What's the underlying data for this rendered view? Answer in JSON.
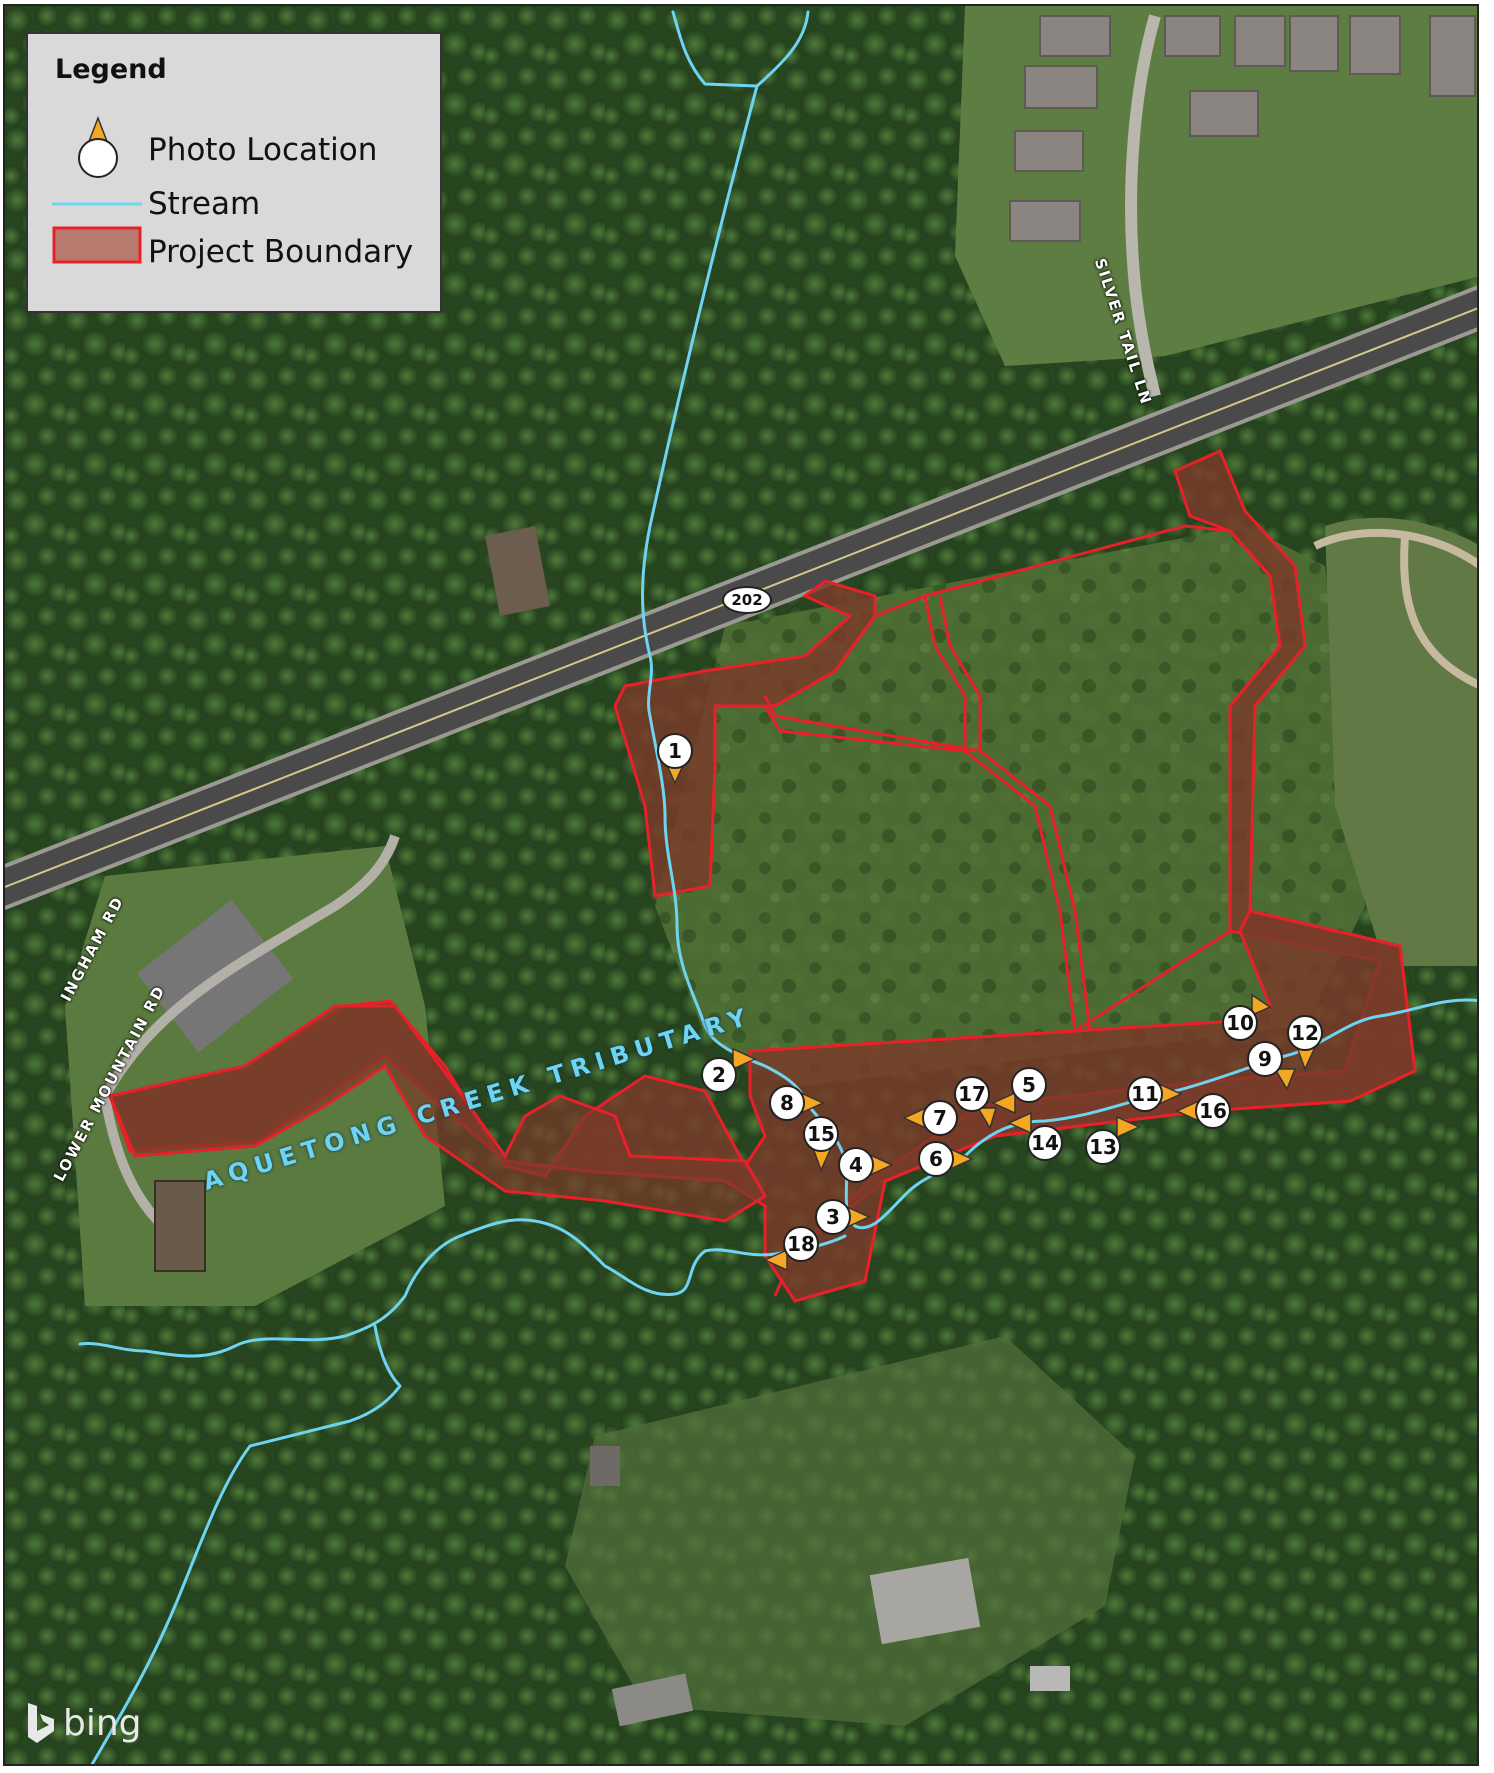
{
  "legend": {
    "title": "Legend",
    "items": [
      {
        "label": "Photo Location",
        "icon": "photo-location-icon"
      },
      {
        "label": "Stream",
        "icon": "stream-line-icon",
        "color": "#6fd3f2"
      },
      {
        "label": "Project Boundary",
        "icon": "project-boundary-icon",
        "color": "#e8202a"
      }
    ]
  },
  "roads": {
    "highway_shield": "202",
    "silver_tail": "SILVER TAIL LN",
    "ingham": "INGHAM RD",
    "lower_mountain": "LOWER MOUNTAIN RD"
  },
  "water": {
    "creek_label": "AQUETONG CREEK TRIBUTARY"
  },
  "attribution": "bing",
  "colors": {
    "stream": "#6fd3f2",
    "boundary": "#e8202a",
    "boundary_fill": "#7a3a2a",
    "marker_arrow": "#f5a623",
    "forest": "#2c4a25"
  },
  "photo_locations": [
    {
      "label": "1"
    },
    {
      "label": "2"
    },
    {
      "label": "3"
    },
    {
      "label": "4"
    },
    {
      "label": "5"
    },
    {
      "label": "6"
    },
    {
      "label": "7"
    },
    {
      "label": "8"
    },
    {
      "label": "9"
    },
    {
      "label": "10"
    },
    {
      "label": "11"
    },
    {
      "label": "12"
    },
    {
      "label": "13"
    },
    {
      "label": "14"
    },
    {
      "label": "15"
    },
    {
      "label": "16"
    },
    {
      "label": "17"
    },
    {
      "label": "18"
    }
  ]
}
